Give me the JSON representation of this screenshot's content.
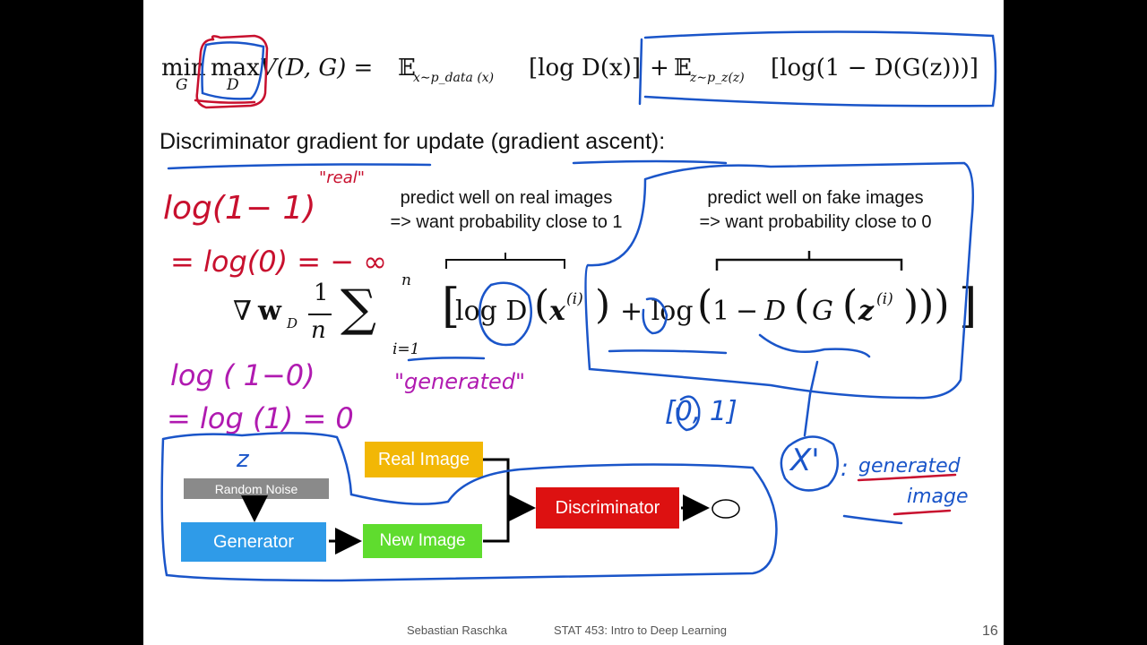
{
  "objective": {
    "min": "min",
    "min_sub": "G",
    "max": "max",
    "max_sub": "D",
    "value_fn": "V(D, G) = ",
    "e1": "𝔼",
    "e1_sub": "x∼p_data (x)",
    "term1": "[log D(x)]",
    "plus": "+ ",
    "e2": "𝔼",
    "e2_sub": "z∼p_z(z)",
    "term2": "[log(1 − D(G(z)))]"
  },
  "heading": "Discriminator gradient for update (gradient ascent):",
  "note_real": {
    "line1": "predict well on real images",
    "line2": "=> want probability close to 1"
  },
  "note_fake": {
    "line1": "predict well on fake images",
    "line2": "=> want probability close to 0"
  },
  "gradient": {
    "nabla": "∇",
    "w": "w",
    "w_sub": "D",
    "frac_num": "1",
    "frac_den": "n",
    "sum": "∑",
    "sum_top": "n",
    "sum_bot": "i=1",
    "lbracket": "[",
    "log_d": "log D",
    "lparen": "(",
    "x": "x",
    "x_sup": "(i)",
    "rparen": ")",
    "plus_log": "+ log",
    "lparen2": "(",
    "one": "1",
    "minus": "−",
    "d": "D",
    "lparen3": "(",
    "g": "G",
    "lparen4": "(",
    "z": "z",
    "z_sup": "(i)",
    "closing": ")))",
    "rbracket": "]"
  },
  "diagram": {
    "random_noise": "Random Noise",
    "generator": "Generator",
    "new_image": "New Image",
    "real_image": "Real Image",
    "discriminator": "Discriminator"
  },
  "annotations": {
    "real_quote": "\"real\"",
    "log_1_minus_1": "log(1− 1)",
    "eq_log0": "= log(0) = − ∞",
    "log_1_minus_0": "log ( 1−0)",
    "eq_log1": "= log (1) = 0",
    "generated_quote": "\"generated\"",
    "z": "z",
    "range": "[0, 1]",
    "x_prime": "X'",
    "colon": ":",
    "generated": "generated",
    "image": "image"
  },
  "footer": {
    "author": "Sebastian Raschka",
    "course": "STAT 453: Intro to Deep Learning",
    "page": "16"
  },
  "colors": {
    "ink_red": "#c8102e",
    "ink_blue": "#1a55c9",
    "ink_magenta": "#b01ab0",
    "box_gray": "#8a8a8a",
    "box_blue": "#2f9be8",
    "box_green": "#5fdc2e",
    "box_yellow": "#f2b705",
    "box_red": "#dd1111"
  }
}
